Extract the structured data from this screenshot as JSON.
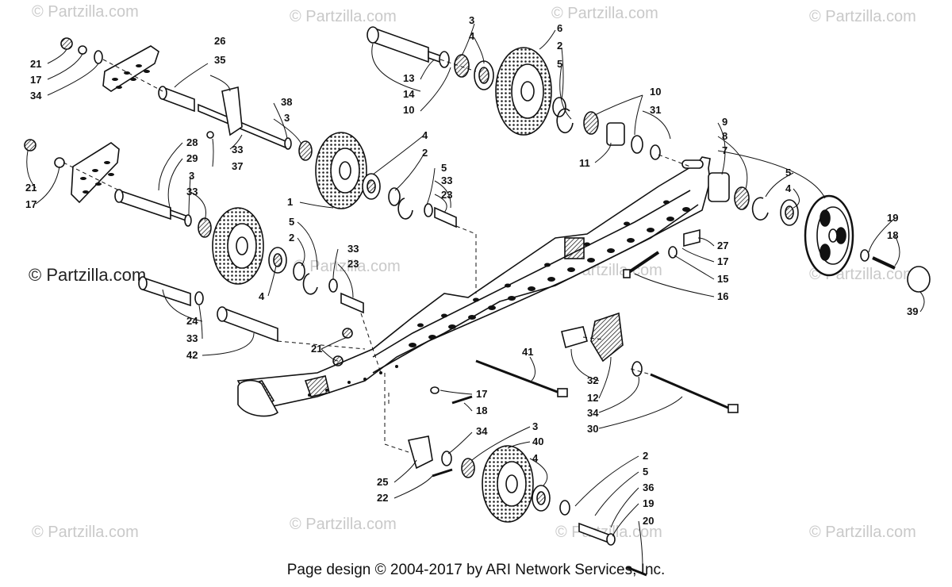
{
  "watermark": {
    "text": "© Partzilla.com",
    "main_text": "© Partzilla.com"
  },
  "footer": {
    "text": "Page design © 2004-2017 by ARI Network Services, Inc."
  },
  "callouts": {
    "c21a": "21",
    "c17a": "17",
    "c34a": "34",
    "c26": "26",
    "c35": "35",
    "c38": "38",
    "c3a": "3",
    "c33a": "33",
    "c37": "37",
    "c3b": "3",
    "c4a": "4",
    "c13": "13",
    "c14": "14",
    "c10a": "10",
    "c6": "6",
    "c2a": "2",
    "c5a": "5",
    "c10b": "10",
    "c31": "31",
    "c11": "11",
    "c21b": "21",
    "c17b": "17",
    "c28": "28",
    "c29": "29",
    "c3c": "3",
    "c33b": "33",
    "c4b": "4",
    "c2b": "2",
    "c5b": "5",
    "c33c": "33",
    "c23a": "23",
    "c1": "1",
    "c5c": "5",
    "c2c": "2",
    "c33d": "33",
    "c23b": "23",
    "c4c": "4",
    "c9": "9",
    "c8": "8",
    "c7": "7",
    "c5d": "5",
    "c4d": "4",
    "c19a": "19",
    "c18a": "18",
    "c27": "27",
    "c17c": "17",
    "c15": "15",
    "c16": "16",
    "c39": "39",
    "c24": "24",
    "c33e": "33",
    "c42": "42",
    "c21c": "21",
    "c41": "41",
    "c32": "32",
    "c12": "12",
    "c34b": "34",
    "c30": "30",
    "c17d": "17",
    "c18b": "18",
    "c34c": "34",
    "c3d": "3",
    "c40": "40",
    "c4e": "4",
    "c25": "25",
    "c22": "22",
    "c2d": "2",
    "c5e": "5",
    "c36": "36",
    "c19b": "19",
    "c20": "20"
  }
}
